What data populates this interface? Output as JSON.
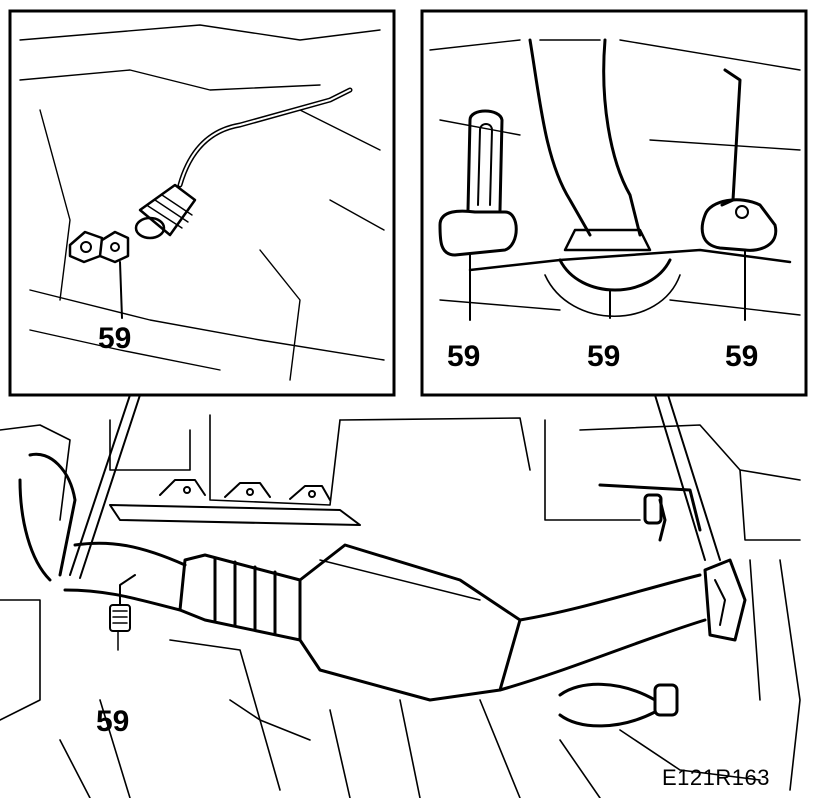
{
  "figure_code": "E121R163",
  "callouts": {
    "left_inset": "59",
    "right_inset_left": "59",
    "right_inset_center": "59",
    "right_inset_right": "59",
    "main_view": "59"
  },
  "colors": {
    "ink": "#000000",
    "paper": "#ffffff"
  }
}
